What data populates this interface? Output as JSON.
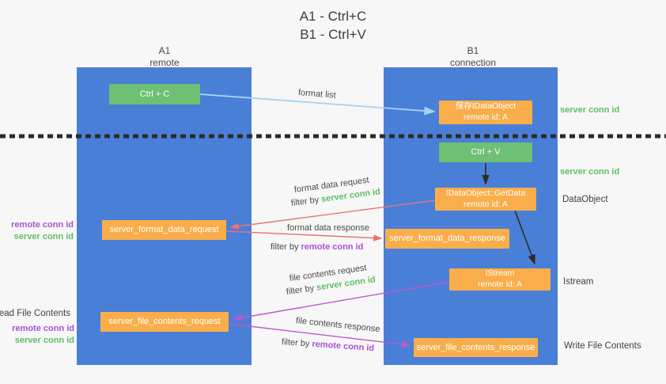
{
  "title": [
    "A1 - Ctrl+C",
    "B1 - Ctrl+V"
  ],
  "columns": {
    "a1": {
      "name": "A1",
      "subtitle": "remote"
    },
    "b1": {
      "name": "B1",
      "subtitle": "connection"
    }
  },
  "nodes": {
    "ctrl_c": {
      "label": "Ctrl + C"
    },
    "save_dataobject": {
      "line1": "保存IDataObject",
      "line2": "remote id: A"
    },
    "ctrl_v": {
      "label": "Ctrl + V"
    },
    "getdata": {
      "line1": "IDataObject::GetData",
      "line2": "remote id: A"
    },
    "server_format_data_request": {
      "label": "server_format_data_request"
    },
    "server_format_data_response": {
      "label": "server_format_data_response"
    },
    "istream": {
      "line1": "IStream",
      "line2": "remote id: A"
    },
    "server_file_contents_request": {
      "label": "server_file_contents_request"
    },
    "server_file_contents_response": {
      "label": "server_file_contents_response"
    }
  },
  "flow_labels": {
    "format_list": "format list",
    "format_data_request": "format data request",
    "format_data_response": "format data response",
    "file_contents_request": "file contents request",
    "file_contents_response": "file contents response",
    "filter_by": "filter by ",
    "server_conn_id": "server conn id",
    "remote_conn_id": "remote conn id"
  },
  "side_labels": {
    "left": {
      "remote_conn_id": "remote conn id",
      "server_conn_id": "server conn id",
      "read_file_contents": "Read File Contents"
    },
    "right": {
      "server_conn_id": "server conn id",
      "dataobject": "DataObject",
      "istream": "Istream",
      "write_file_contents": "Write File Contents"
    }
  },
  "colors": {
    "column_blue": "#4A7FD7",
    "box_green": "#6FBF74",
    "box_orange": "#F9AE4B",
    "green_text": "#5FBE66",
    "purple_text": "#AC4FD6",
    "red_arrow": "#E97373",
    "magenta_arrow": "#BC59CC",
    "light_blue_arrow": "#A8D2F0",
    "black_arrow": "#2B2B2B"
  }
}
